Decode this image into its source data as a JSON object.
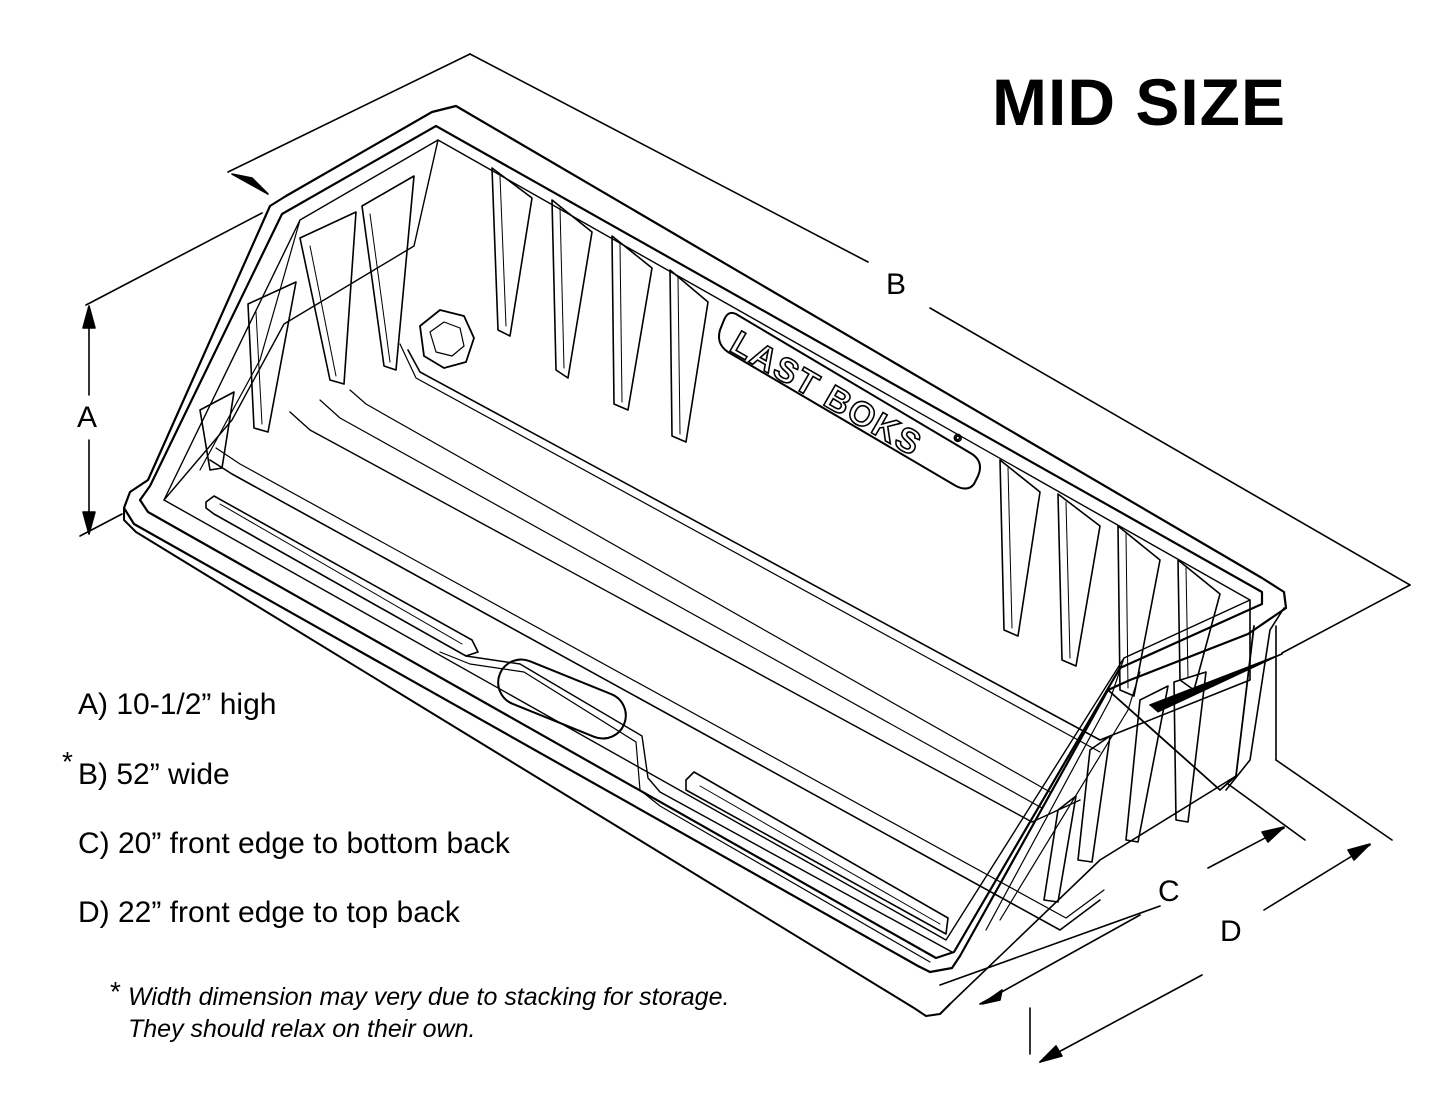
{
  "title": "MID SIZE",
  "logo_text": "LAST BOKS",
  "logo_mark": "°",
  "dimension_labels": {
    "a": "A",
    "b": "B",
    "c": "C",
    "d": "D"
  },
  "specs": [
    "A) 10-1/2”  high",
    "B) 52”  wide",
    "C) 20”  front edge to bottom back",
    "D) 22” front edge to top back"
  ],
  "asterisk": "*",
  "footnote": {
    "line1": "Width dimension may very due to stacking for storage.",
    "line2": "They should relax on their own."
  },
  "colors": {
    "line": "#000000",
    "background": "#ffffff"
  }
}
